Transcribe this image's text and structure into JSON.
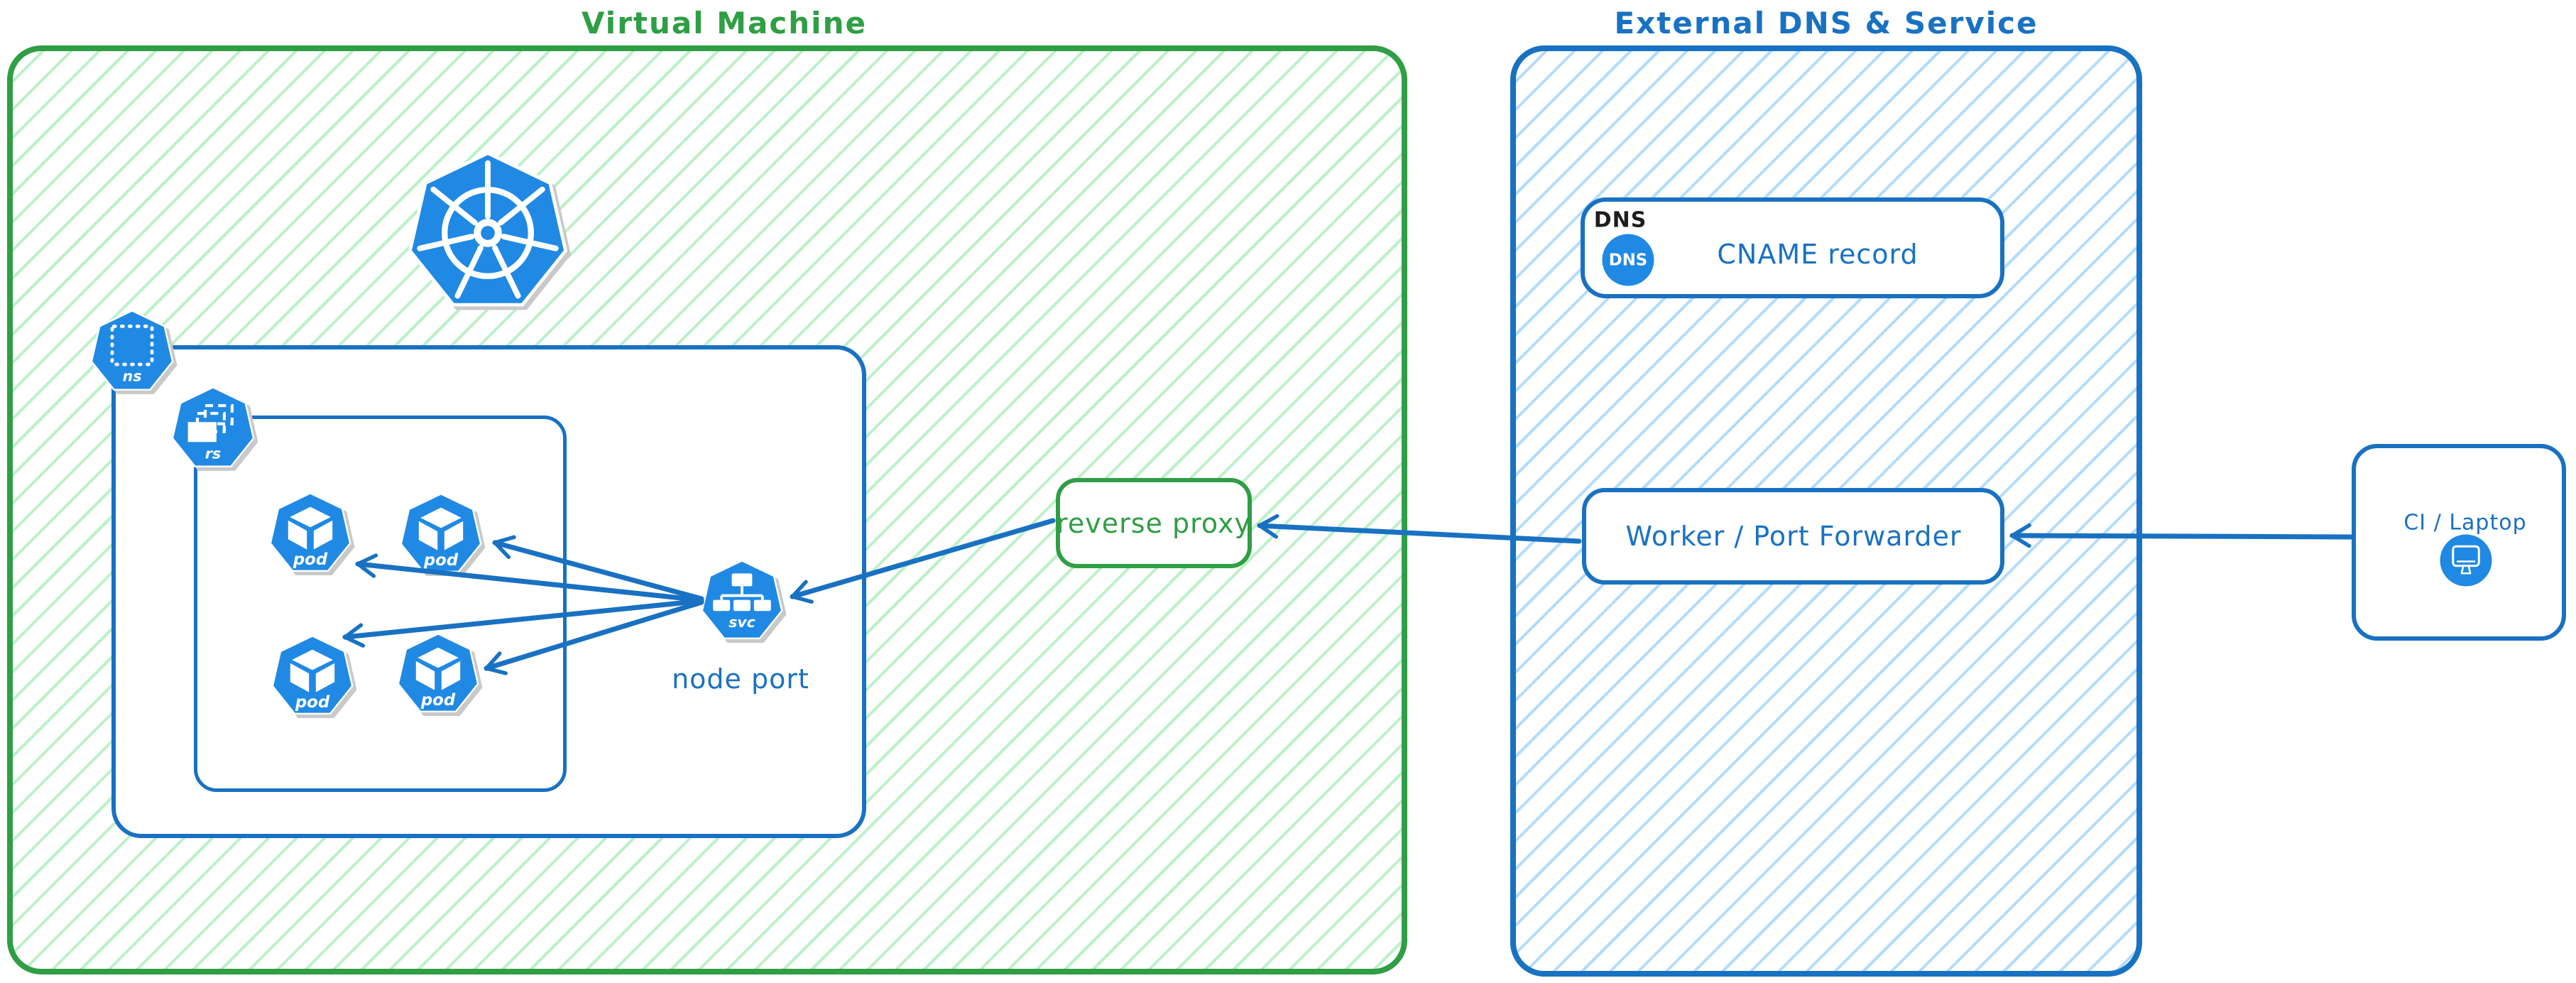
{
  "palette": {
    "green_stroke": "#2f9e44",
    "green_hatch": "#86e59a",
    "blue_stroke": "#1971c2",
    "blue_hatch": "#74c0fc",
    "icon_blue": "#2089e4",
    "icon_shadow": "#c9c9c9",
    "text_black": "#1e1e1e",
    "background": "#ffffff"
  },
  "vm_group": {
    "title": "Virtual Machine"
  },
  "cluster": {
    "kubernetes_logo": "kubernetes",
    "namespace_icon_label": "ns",
    "replicaset_icon_label": "rs",
    "pods": [
      {
        "label": "pod"
      },
      {
        "label": "pod"
      },
      {
        "label": "pod"
      },
      {
        "label": "pod"
      }
    ],
    "service_icon_label": "svc",
    "service_caption": "node port"
  },
  "reverse_proxy": {
    "label": "reverse proxy"
  },
  "external_group": {
    "title": "External DNS & Service",
    "dns_card": {
      "tag": "DNS",
      "badge": "DNS",
      "label": "CNAME record"
    },
    "worker_card": {
      "label": "Worker / Port Forwarder"
    }
  },
  "ci": {
    "label": "CI / Laptop"
  }
}
